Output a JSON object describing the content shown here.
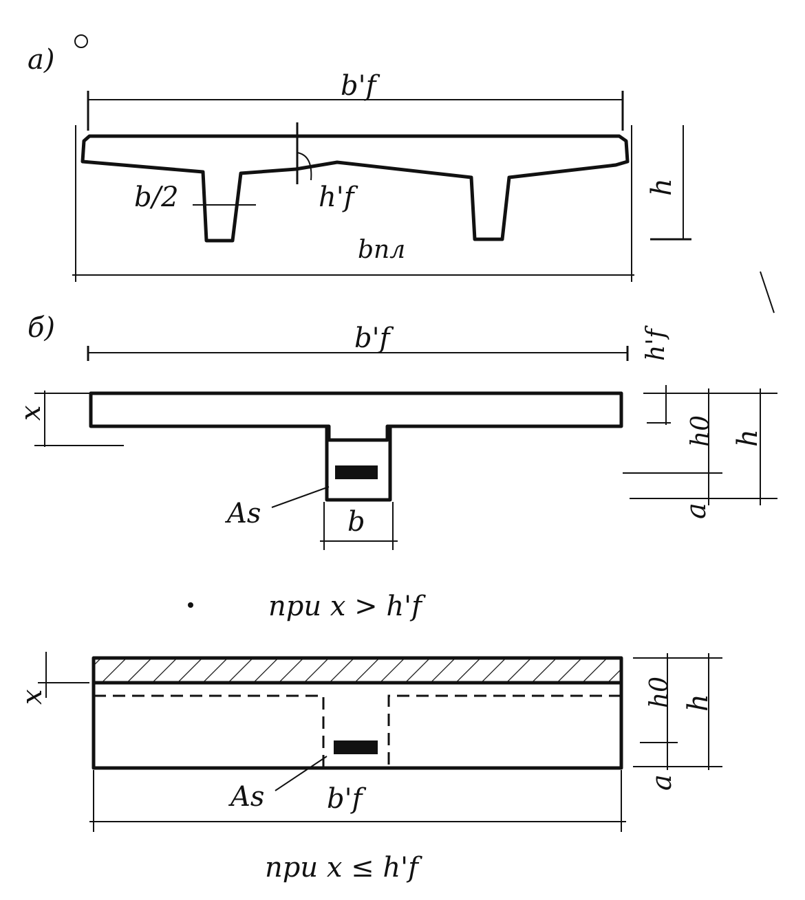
{
  "labels": {
    "panel_a": "a)",
    "panel_b": "б)",
    "a_bf": "b'f",
    "a_h": "h",
    "a_b2": "b/2",
    "a_hf": "h'f",
    "a_bpl": "bпл",
    "b_bf": "b'f",
    "b_hf": "h'f",
    "b_x": "x",
    "b_h0": "h0",
    "b_h": "h",
    "b_As": "As",
    "b_b": "b",
    "b_a": "a",
    "cond1": "при  x > h'f",
    "c_x": "x",
    "c_h0": "h0",
    "c_h": "h",
    "c_As": "As",
    "c_bf": "b'f",
    "c_a": "a",
    "cond2": "при  x ≤ h'f"
  },
  "colors": {
    "ink": "#111111",
    "paper": "#ffffff"
  }
}
